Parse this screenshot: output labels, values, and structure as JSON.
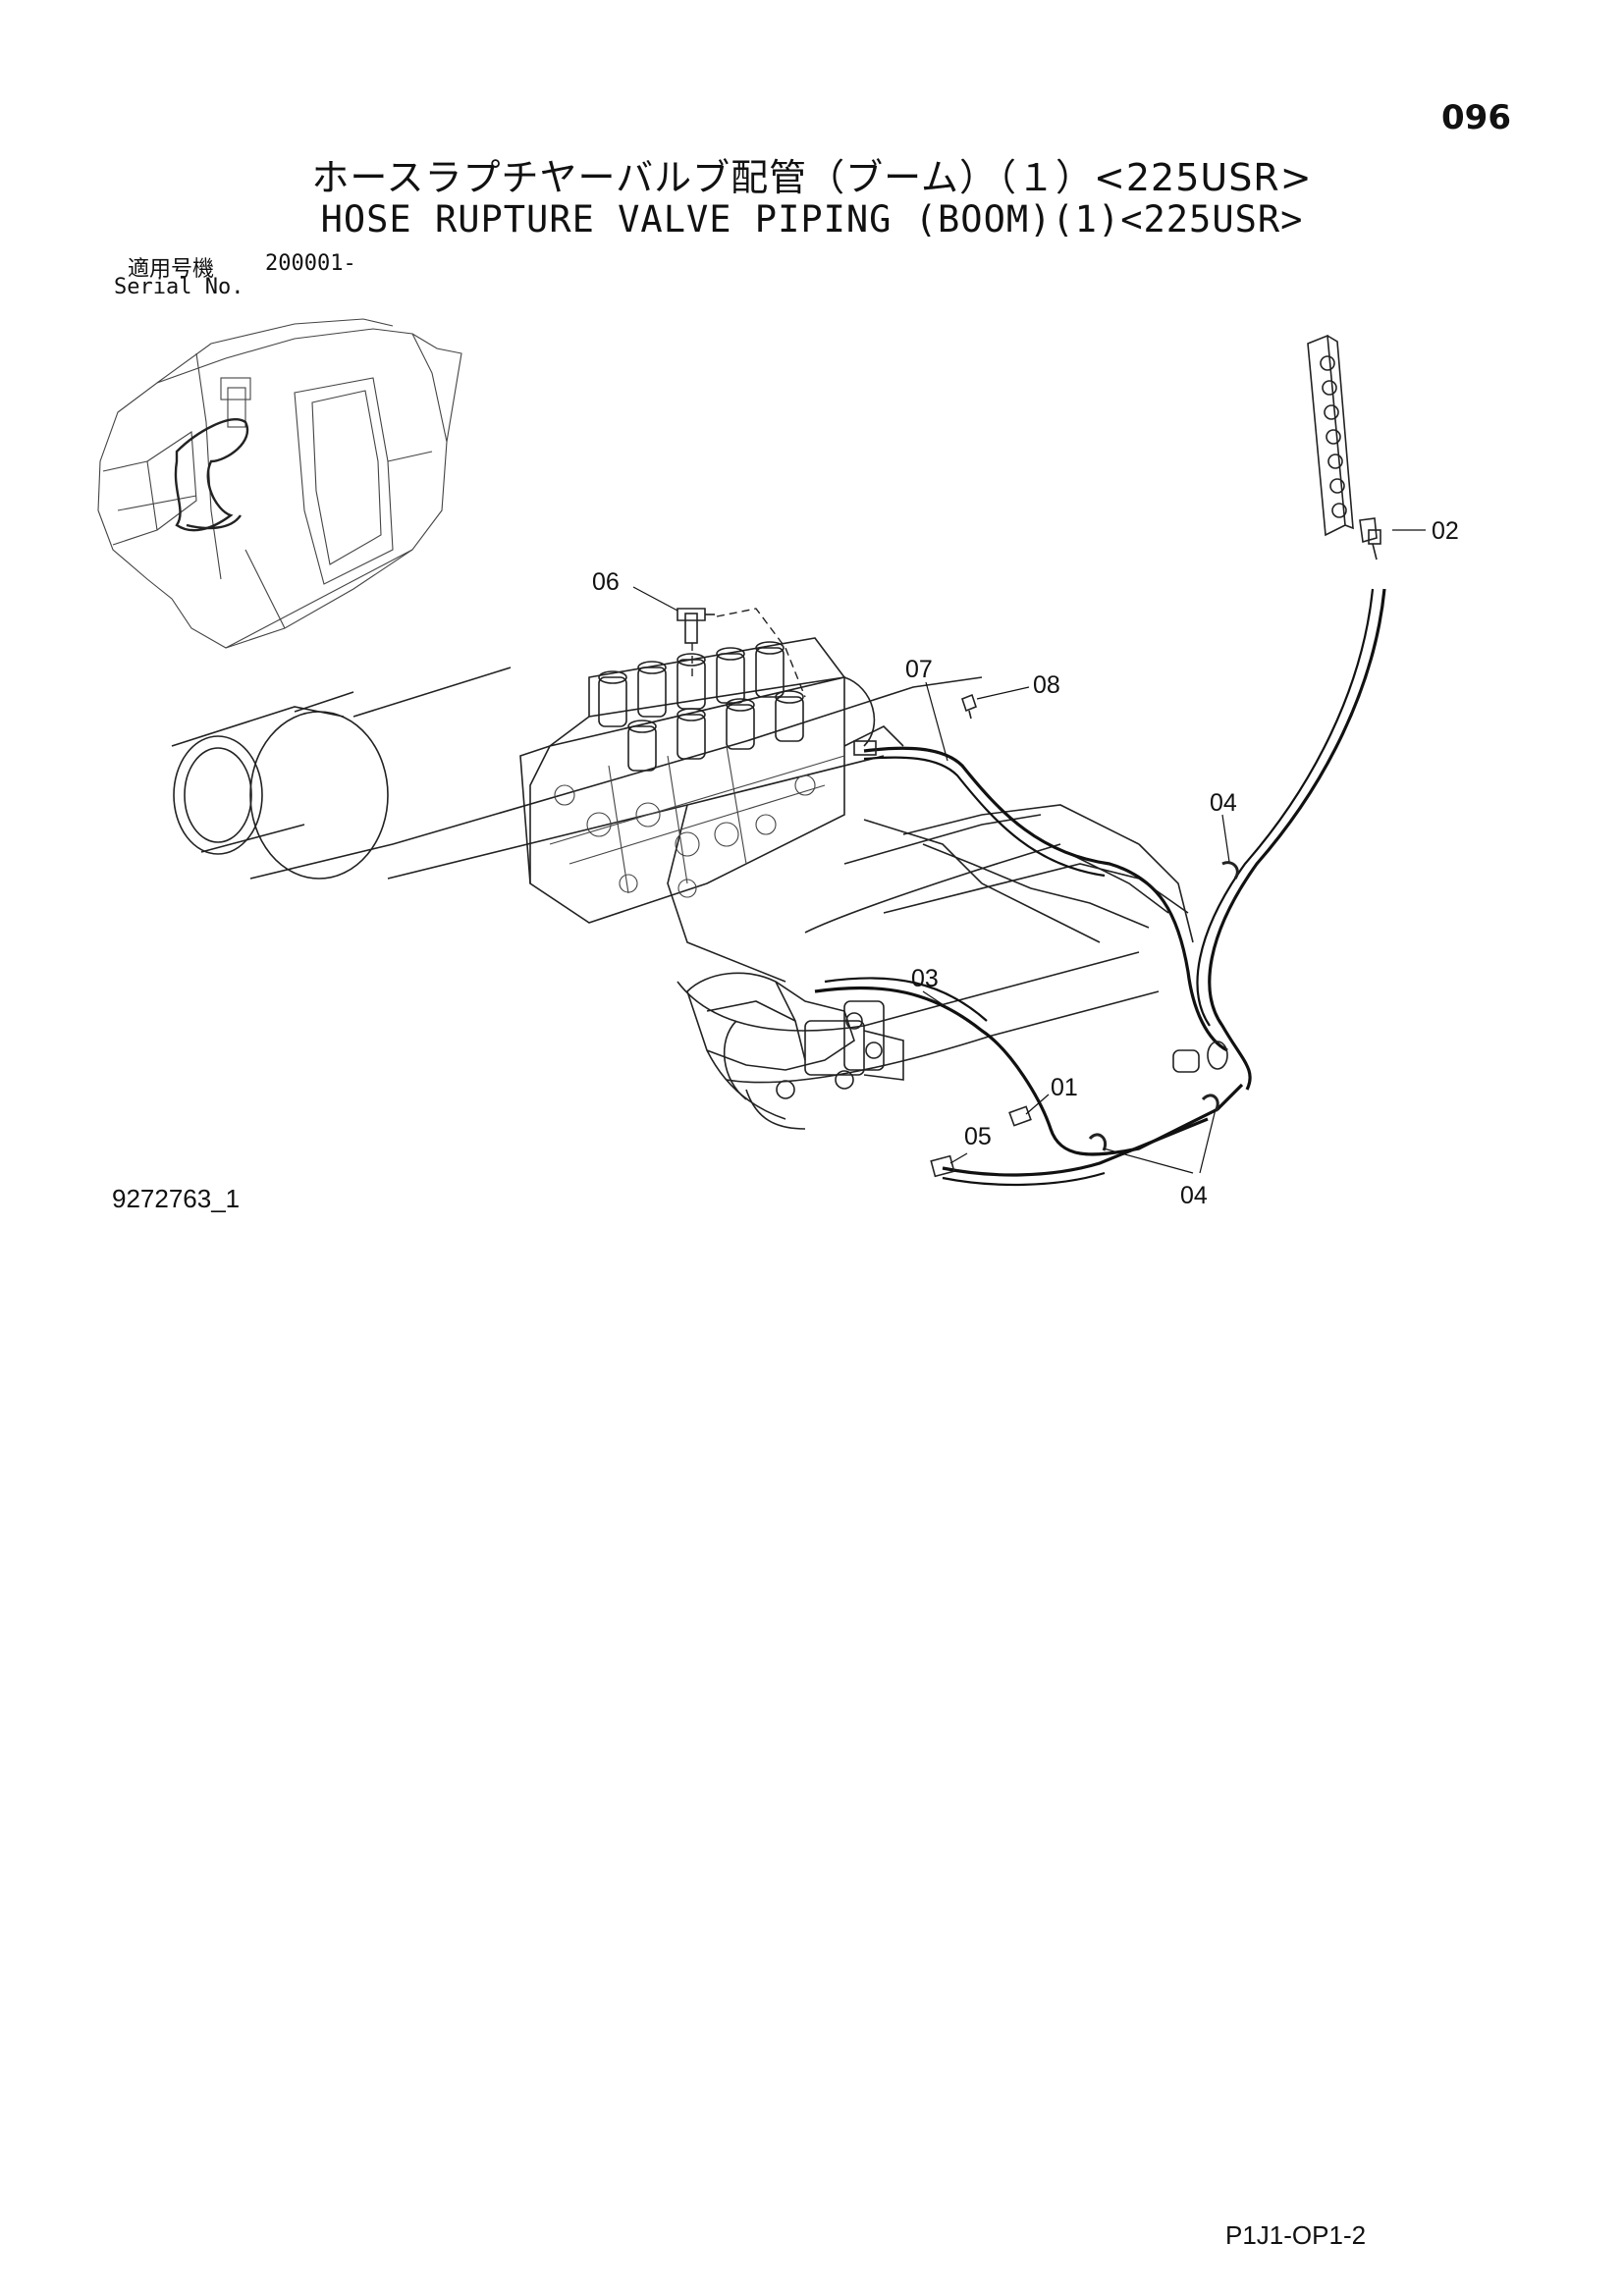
{
  "header": {
    "page_number": "096",
    "title_jp": "ホースラプチヤーバルブ配管（ブーム）（１）<225USR>",
    "title_en": "HOSE RUPTURE VALVE PIPING (BOOM)(1)<225USR>"
  },
  "serial": {
    "label_jp": "適用号機",
    "value": "200001-",
    "label_en": "Serial No."
  },
  "callouts": {
    "c01": "01",
    "c02": "02",
    "c03": "03",
    "c04_top": "04",
    "c04_bottom": "04",
    "c05": "05",
    "c06": "06",
    "c07": "07",
    "c08": "08"
  },
  "footer": {
    "drawing_number": "9272763_1",
    "page_code": "P1J1-OP1-2"
  }
}
